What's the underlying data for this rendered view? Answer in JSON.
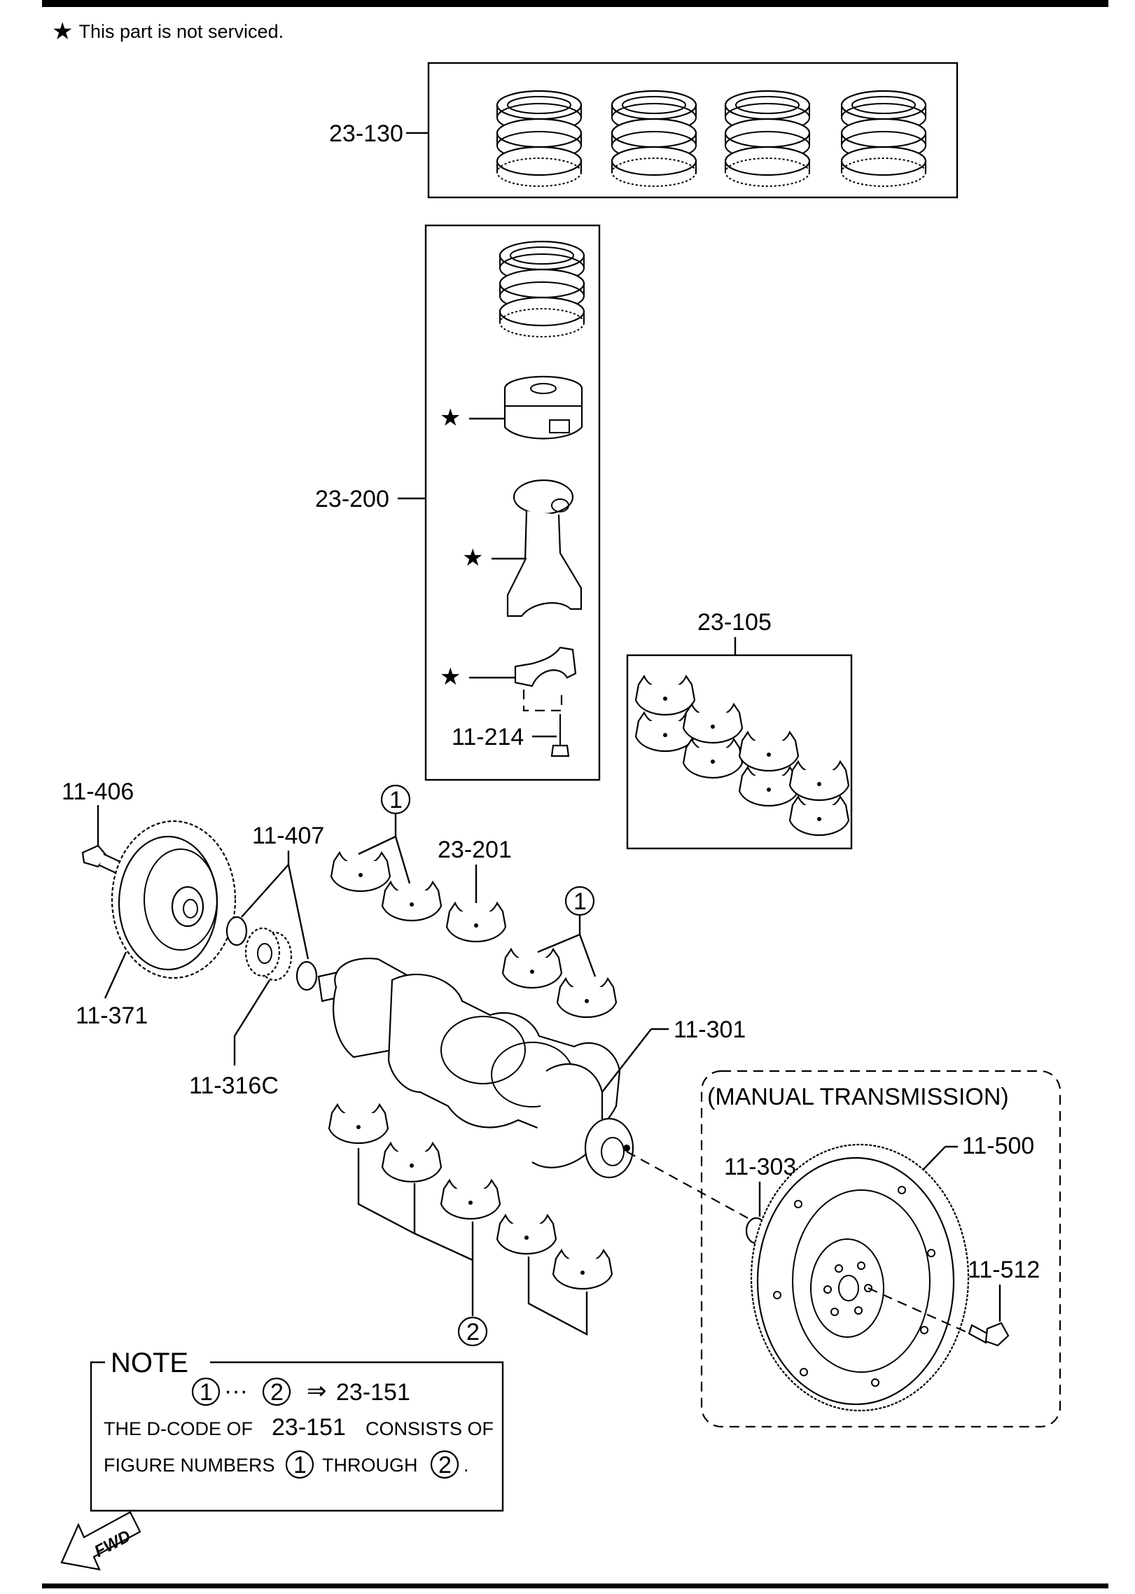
{
  "legend": {
    "icon": "star-icon",
    "glyph": "★",
    "text": "This part is not serviced."
  },
  "labels": {
    "piston_ring_set": "23-130",
    "piston_conrod_assy": "23-200",
    "conrod_bolt": "11-214",
    "conrod_bearing_set": "23-105",
    "pulley_bolt": "11-406",
    "pulley": "11-371",
    "key_seals": "11-407",
    "timing_sprocket": "11-316C",
    "thrust_bearing": "23-201",
    "crankshaft": "11-301",
    "flywheel": "11-500",
    "pilot_bearing": "11-303",
    "flywheel_bolt": "11-512"
  },
  "star_glyph": "★",
  "circled": {
    "one": "1",
    "two": "2"
  },
  "manual_transmission": "(MANUAL TRANSMISSION)",
  "note": {
    "title": "NOTE",
    "range_from": "1",
    "dots": "···",
    "range_to": "2",
    "arrow": "⇒",
    "code": "23-151",
    "line2_pre": "THE D-CODE OF",
    "line2_code": "23-151",
    "line2_post": "CONSISTS OF",
    "line3_pre": "FIGURE NUMBERS",
    "line3_from": "1",
    "line3_mid": "THROUGH",
    "line3_to": "2",
    "line3_end": "."
  },
  "fwd": "FWD"
}
